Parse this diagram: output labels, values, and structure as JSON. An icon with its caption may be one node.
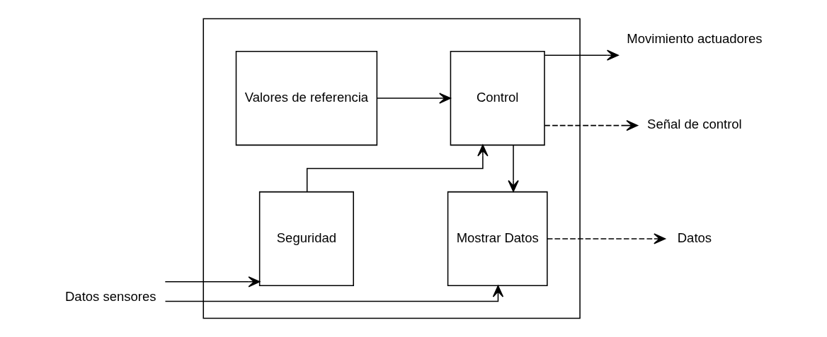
{
  "diagram": {
    "nodes": [
      {
        "text": [],
        "shape": "box"
      },
      {
        "text": [
          "Datos sensores"
        ]
      },
      {
        "text": [
          "Valores de referencia"
        ],
        "in": 0
      },
      {
        "text": [
          "Seguridad"
        ],
        "in": 0
      },
      {
        "text": [
          "Control"
        ],
        "in": 0
      },
      {
        "text": [
          "Mostrar Datos"
        ],
        "in": 0
      },
      {
        "text": [
          "Señal de control"
        ]
      },
      {
        "text": [
          "Movimiento actuadores"
        ]
      },
      {
        "text": [
          "Datos"
        ]
      }
    ],
    "edges": [
      {
        "from": 1,
        "to": 3,
        "arrow": "to"
      },
      {
        "from": 1,
        "to": 5,
        "arrow": "to"
      },
      {
        "from": 2,
        "to": 4,
        "arrow": "to"
      },
      {
        "from": 3,
        "to": 4,
        "arrow": "to"
      },
      {
        "from": 4,
        "to": 6,
        "arrow": "to",
        "style": "dashed"
      },
      {
        "from": 4,
        "to": 7,
        "arrow": "to"
      },
      {
        "from": 4,
        "to": 5,
        "arrow": "to"
      },
      {
        "from": 5,
        "to": 8,
        "arrow": "to",
        "style": "dashed"
      }
    ]
  }
}
